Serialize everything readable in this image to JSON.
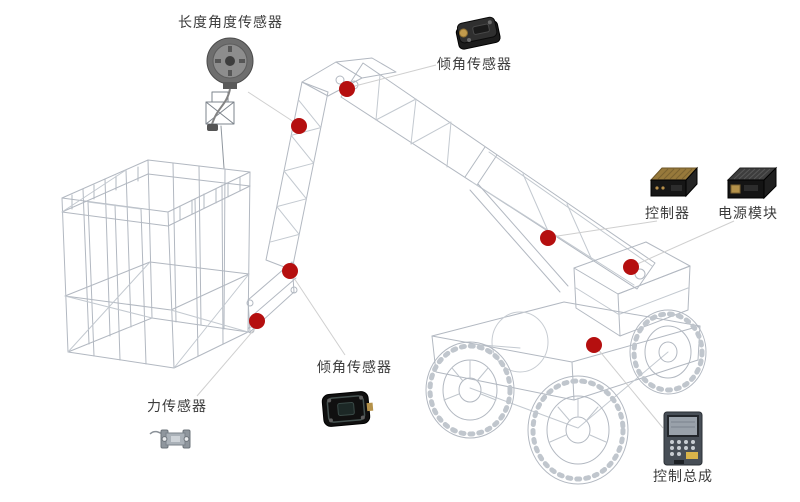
{
  "diagram": {
    "marker_color": "#b50f0f",
    "line_color": "#cfcfcf",
    "wireframe_color": "#b2b8c1",
    "labels": {
      "length_angle_sensor": "长度角度传感器",
      "tilt_sensor_top": "倾角传感器",
      "controller": "控制器",
      "power_module": "电源模块",
      "tilt_sensor_bottom": "倾角传感器",
      "force_sensor": "力传感器",
      "control_assembly": "控制总成"
    }
  }
}
